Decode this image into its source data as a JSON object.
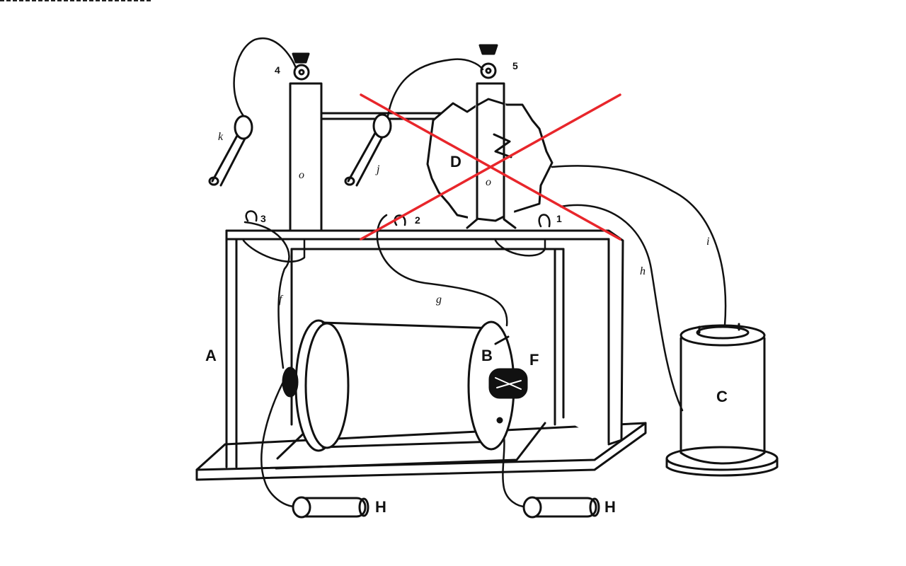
{
  "diagram": {
    "labels": {
      "A": "A",
      "B": "B",
      "C": "C",
      "D": "D",
      "F": "F",
      "H1": "H",
      "H2": "H",
      "n1": "1",
      "n2": "2",
      "n3": "3",
      "n4": "4",
      "n5": "5",
      "f": "f",
      "g": "g",
      "h": "h",
      "i": "i",
      "j": "j",
      "k": "k",
      "o1": "o",
      "o2": "o"
    },
    "colors": {
      "ink": "#111111",
      "cross": "#e8262b"
    },
    "cross_out": true
  }
}
